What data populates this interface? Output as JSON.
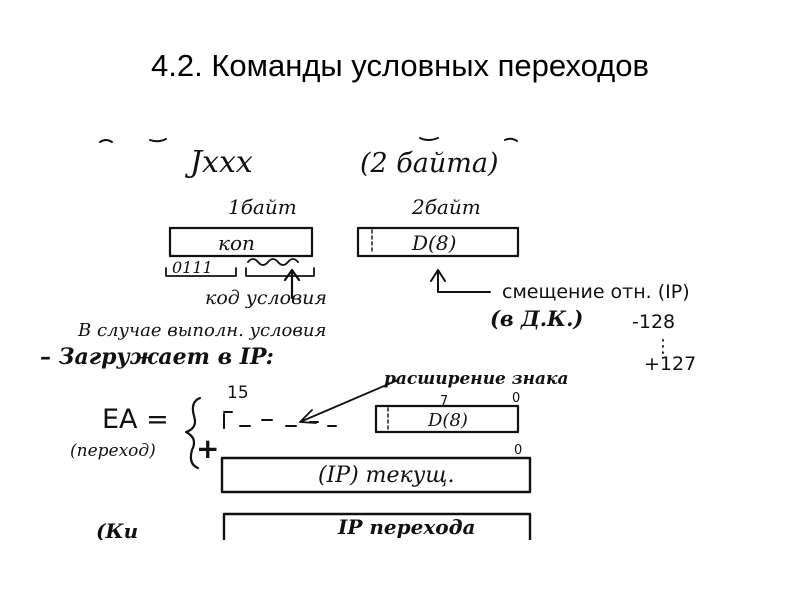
{
  "slide": {
    "title": "4.2. Команды условных переходов"
  },
  "scan": {
    "instruction": "Jxxx",
    "size_note": "(2 байта)",
    "byte1_label": "1байт",
    "byte2_label": "2байт",
    "opcode_field": "коп",
    "displacement_field": "D(8)",
    "opcode_bits": "0111",
    "condition_label": "код условия",
    "offset_label": "смещение отн. (IP)",
    "complement_note": "(в Д.К.)",
    "range_min": "-128",
    "range_dots": "⋮",
    "range_max": "+127",
    "condition_note": "В случае выполн. условия",
    "load_note": "– Загружает в IP:",
    "bit_15": "15",
    "sign_extension_label": "расширение знака",
    "bit_7": "7",
    "bit_0_top": "0",
    "ea_label": "EA =",
    "transition_label": "(переход)",
    "sum_displacement_field": "D(8)",
    "plus_sign": "+",
    "bit_0_bottom": "0",
    "ip_current_field": "(IP) текущ.",
    "ip_target_field": "IP перехода",
    "bottom_left_note": "(Ки"
  }
}
